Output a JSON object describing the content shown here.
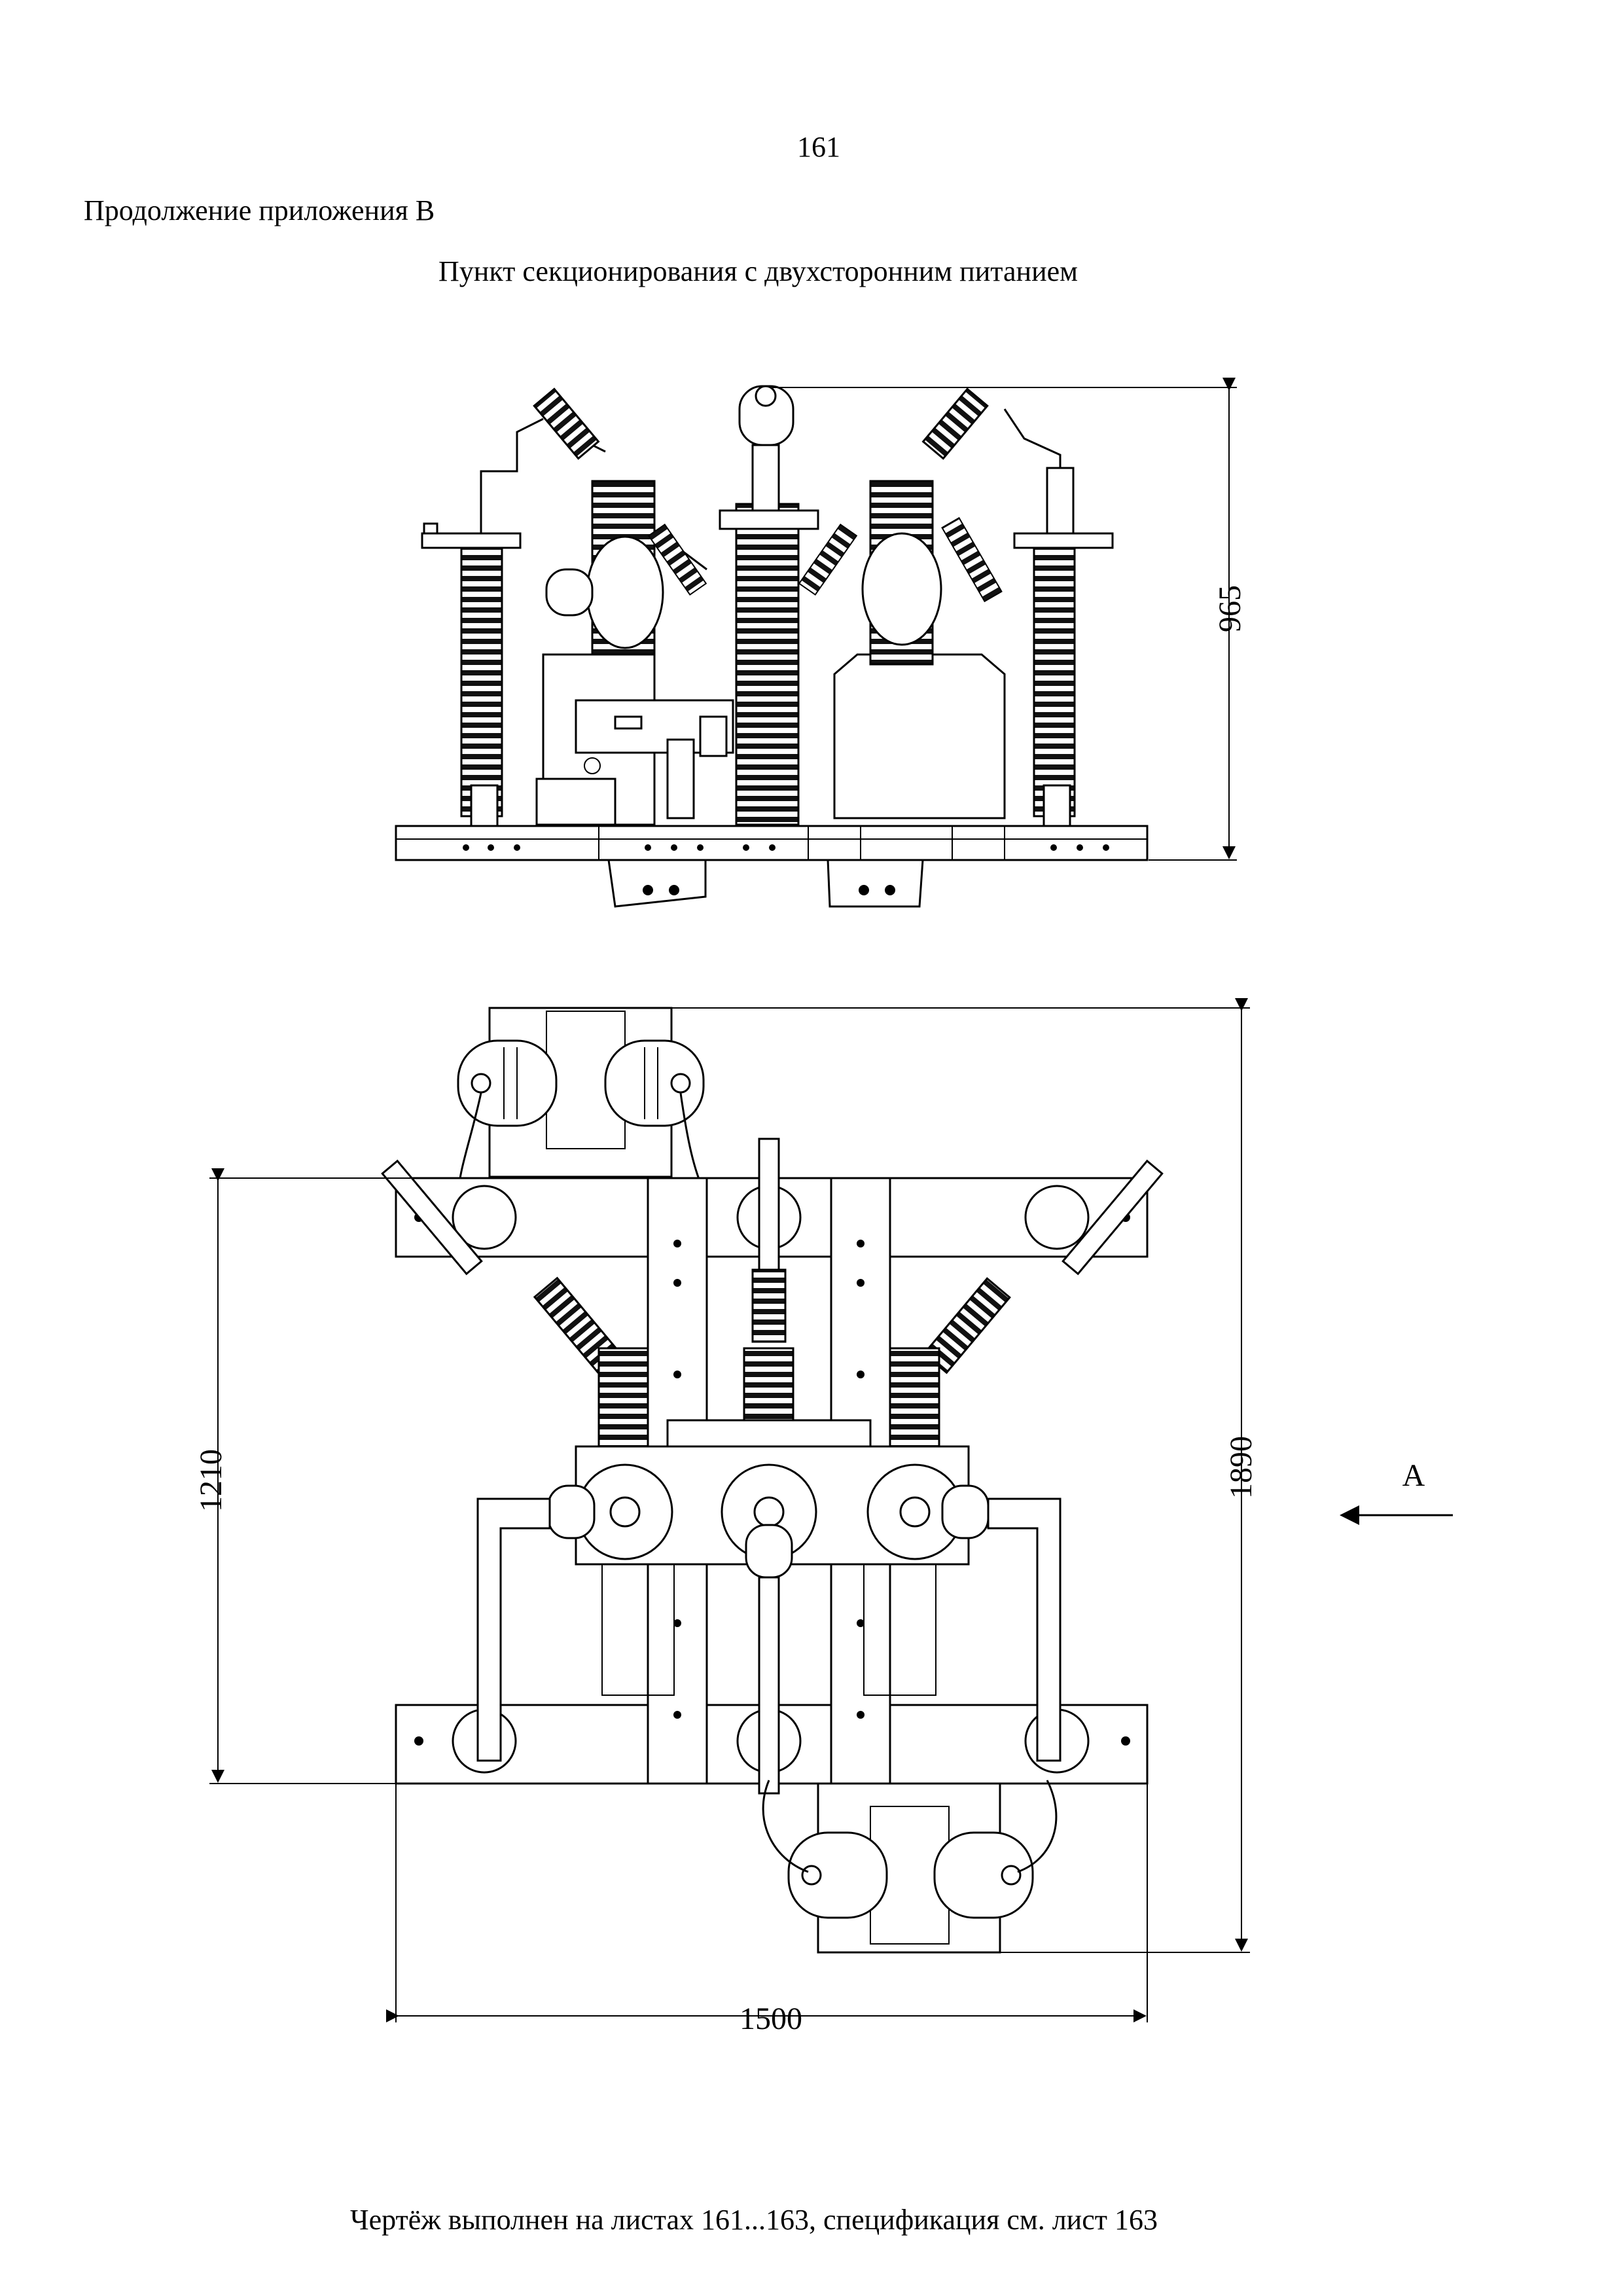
{
  "page": {
    "number": "161",
    "appendix_title": "Продолжение приложения В",
    "drawing_title": "Пункт секционирования с двухсторонним питанием",
    "footer_note": "Чертёж выполнен на листах 161...163, спецификация см. лист 163"
  },
  "front_view": {
    "height_dimension": "965"
  },
  "plan_view": {
    "width_dimension": "1500",
    "depth_dimension": "1210",
    "overall_length_dimension": "1890",
    "view_marker": "А"
  }
}
